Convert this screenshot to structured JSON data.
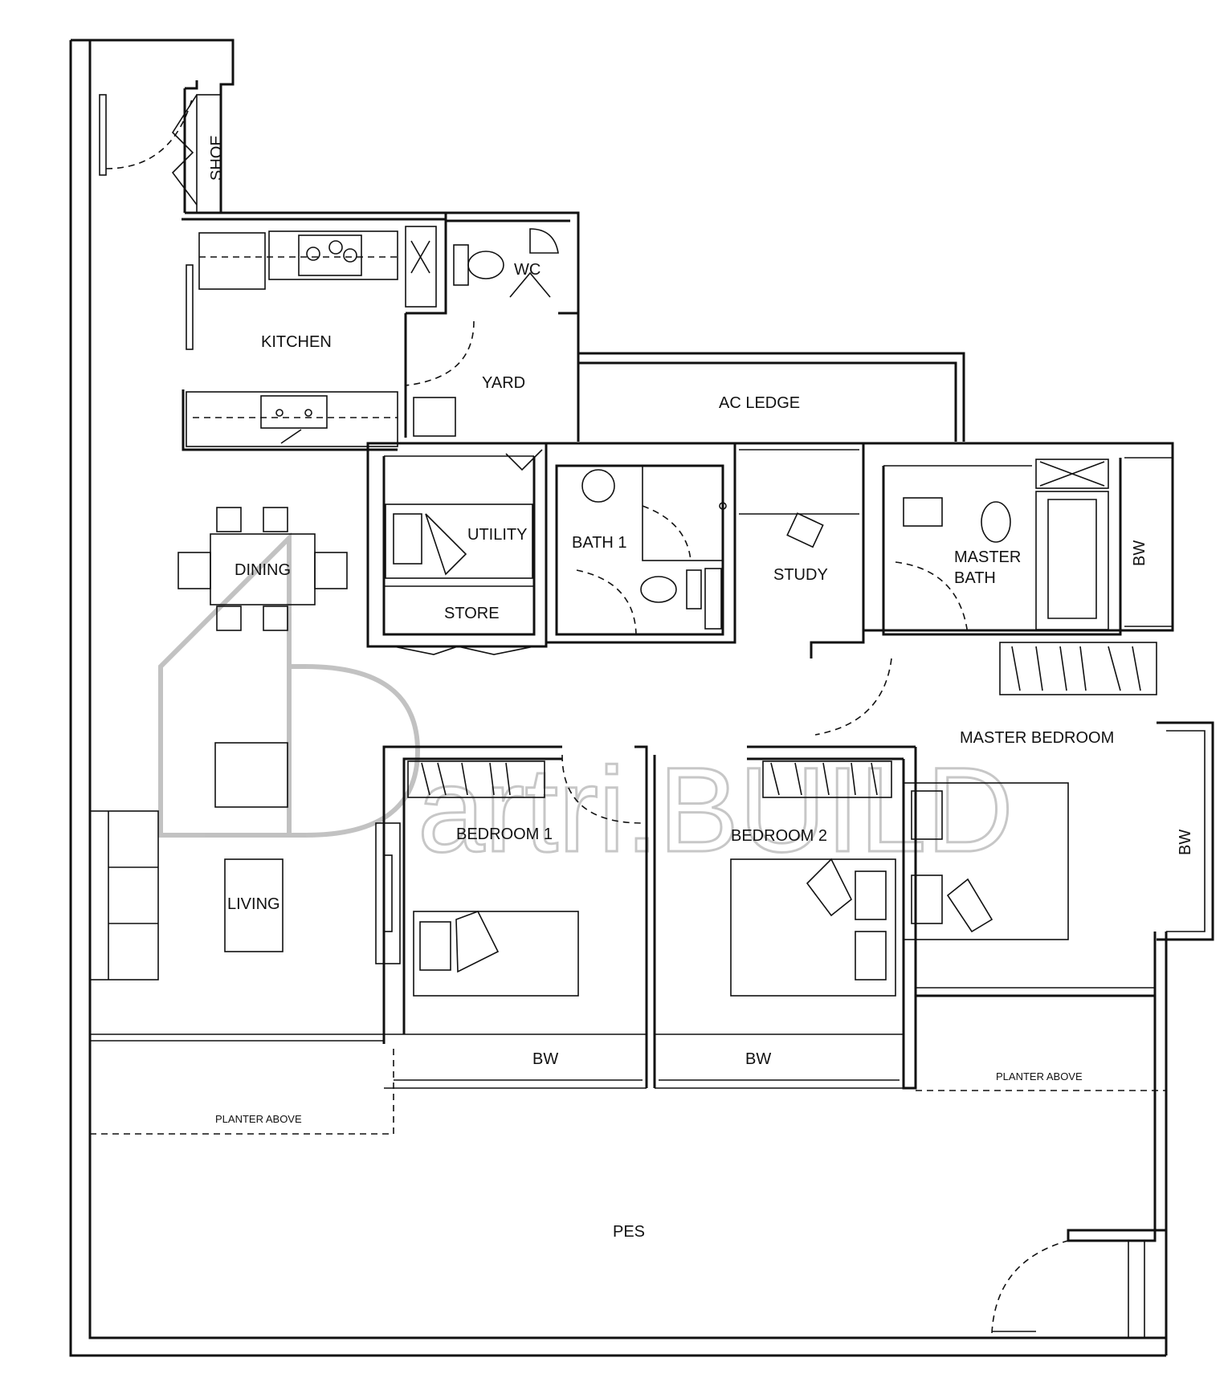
{
  "rooms": {
    "shoe": "SHOE",
    "kitchen": "KITCHEN",
    "wc": "WC",
    "yard": "YARD",
    "ac_ledge": "AC LEDGE",
    "utility": "UTILITY",
    "store": "STORE",
    "bath1": "BATH 1",
    "study": "STUDY",
    "master_bath_line1": "MASTER",
    "master_bath_line2": "BATH",
    "dining": "DINING",
    "living": "LIVING",
    "bedroom1": "BEDROOM 1",
    "bedroom2": "BEDROOM 2",
    "master_bedroom": "MASTER BEDROOM",
    "bw_master_bath": "BW",
    "bw_master_bedroom": "BW",
    "bw_bedroom1": "BW",
    "bw_bedroom2": "BW",
    "planter_left": "PLANTER ABOVE",
    "planter_right": "PLANTER ABOVE",
    "pes": "PES"
  },
  "watermark": {
    "text": "artri.BUILD"
  }
}
